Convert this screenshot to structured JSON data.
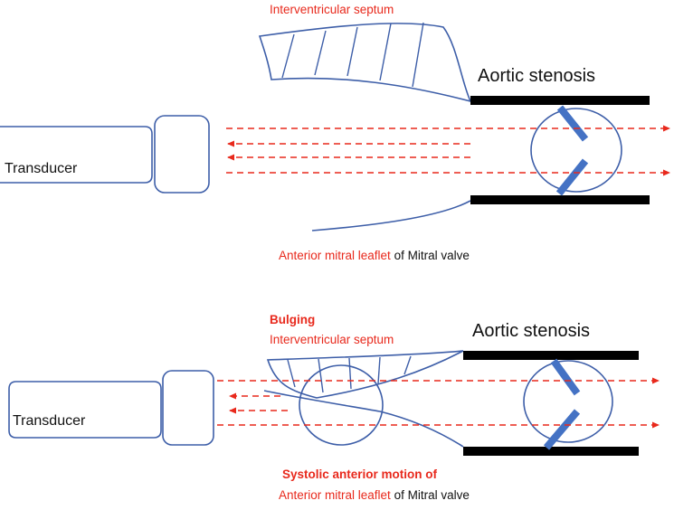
{
  "colors": {
    "structure": "#3d5ea8",
    "valve": "#4472c4",
    "beam": "#e8291c",
    "wall": "#000000"
  },
  "top_panel": {
    "septum_label": "Interventricular  septum",
    "stenosis_label": "Aortic stenosis",
    "transducer_label": "Transducer",
    "leaflet_red": "Anterior  mitral  leaflet",
    "leaflet_black": "of Mitral valve"
  },
  "bottom_panel": {
    "bulging_label": "Bulging",
    "septum_label": "Interventricular  septum",
    "stenosis_label": "Aortic stenosis",
    "transducer_label": "Transducer",
    "sam_label": "Systolic anterior motion of",
    "leaflet_red": "Anterior  mitral  leaflet",
    "leaflet_black": "of Mitral valve"
  }
}
